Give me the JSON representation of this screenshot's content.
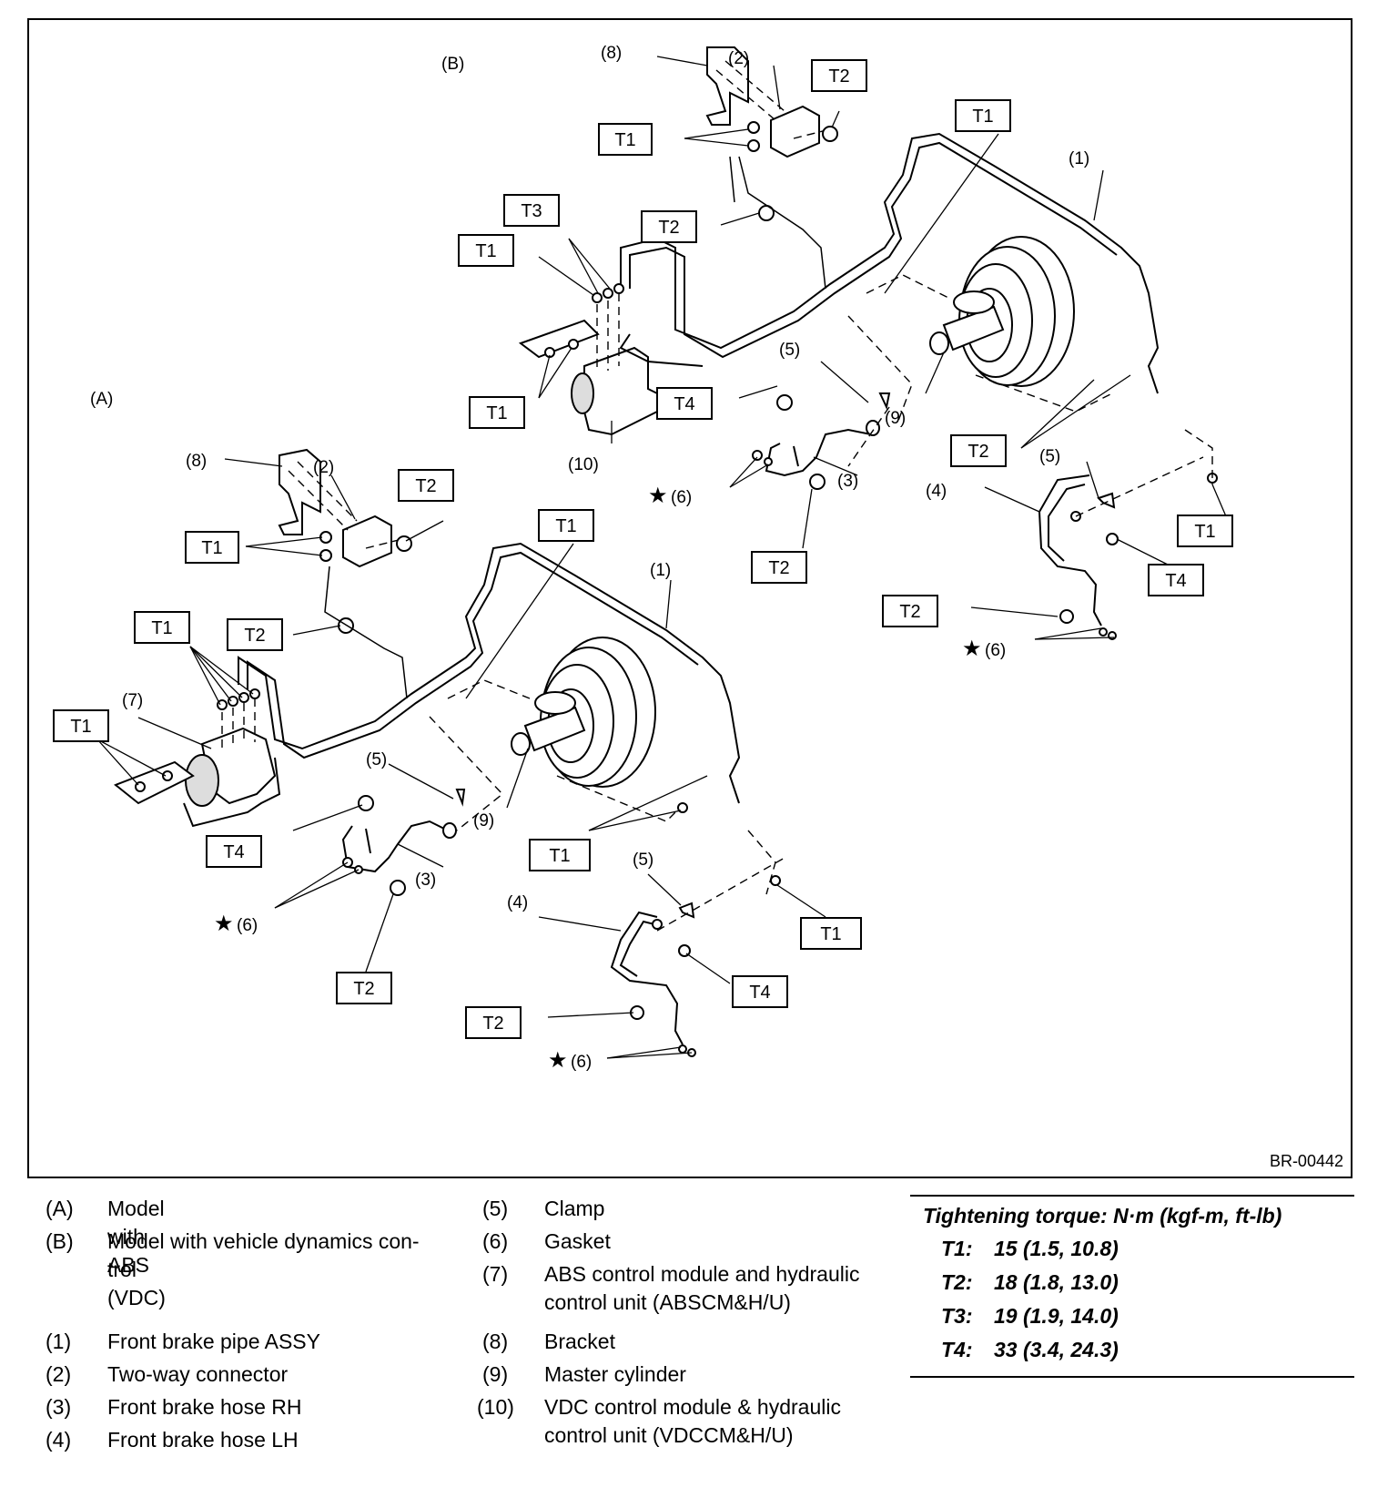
{
  "diagram": {
    "labels": {
      "A": "(A)",
      "B": "(B)",
      "p1": "(1)",
      "p2": "(2)",
      "p3": "(3)",
      "p4": "(4)",
      "p5": "(5)",
      "p6": "(6)",
      "p7": "(7)",
      "p8": "(8)",
      "p9": "(9)",
      "p10": "(10)"
    },
    "torque_tags": {
      "t1": "T1",
      "t2": "T2",
      "t3": "T3",
      "t4": "T4"
    },
    "star": "★",
    "figure_code": "BR-00442"
  },
  "legend": {
    "items": [
      {
        "key": "(A)",
        "text": "Model with ABS"
      },
      {
        "key": "(B)",
        "text": "Model with vehicle dynamics con-",
        "text2": "trol (VDC)"
      },
      {
        "key": "(1)",
        "text": "Front brake pipe ASSY"
      },
      {
        "key": "(2)",
        "text": "Two-way connector"
      },
      {
        "key": "(3)",
        "text": "Front brake hose RH"
      },
      {
        "key": "(4)",
        "text": "Front brake hose LH"
      },
      {
        "key": "(5)",
        "text": "Clamp"
      },
      {
        "key": "(6)",
        "text": "Gasket"
      },
      {
        "key": "(7)",
        "text": "ABS control module and hydraulic",
        "text2": "control unit (ABSCM&H/U)"
      },
      {
        "key": "(8)",
        "text": "Bracket"
      },
      {
        "key": "(9)",
        "text": "Master cylinder"
      },
      {
        "key": "(10)",
        "text": "VDC control module & hydraulic",
        "text2": "control unit (VDCCM&H/U)"
      }
    ]
  },
  "torque": {
    "title": "Tightening torque: N·m (kgf-m, ft-lb)",
    "rows": [
      {
        "key": "T1:",
        "value": "15 (1.5, 10.8)"
      },
      {
        "key": "T2:",
        "value": "18 (1.8, 13.0)"
      },
      {
        "key": "T3:",
        "value": "19 (1.9, 14.0)"
      },
      {
        "key": "T4:",
        "value": "33 (3.4, 24.3)"
      }
    ]
  }
}
